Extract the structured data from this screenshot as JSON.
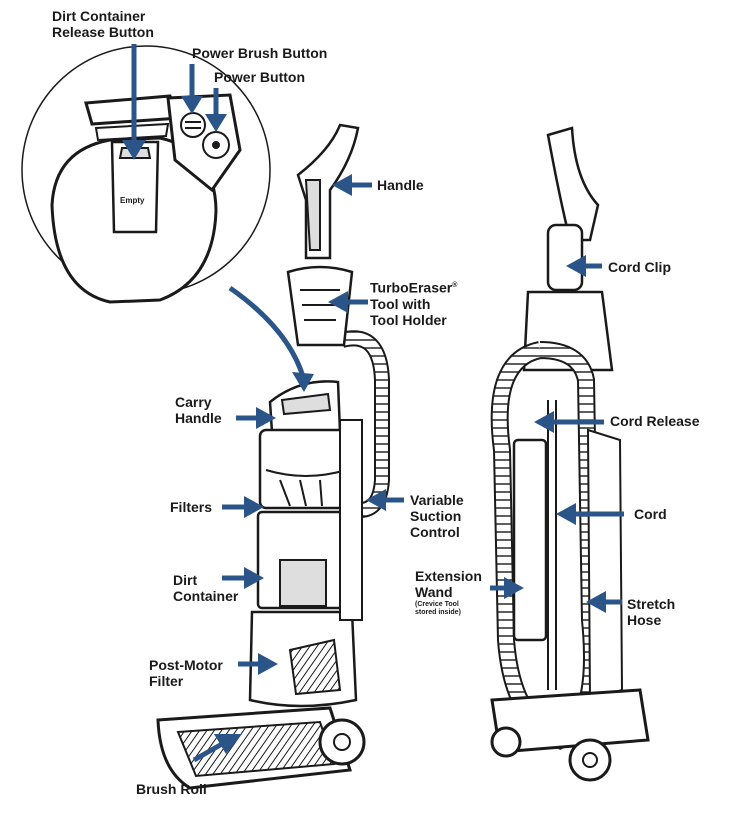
{
  "colors": {
    "arrow": "#2b5589",
    "line": "#1a1a1a",
    "fill": "#ffffff",
    "shade": "#dedede"
  },
  "labels": {
    "dirt_container_release_1": "Dirt Container",
    "dirt_container_release_2": "Release Button",
    "power_brush_button": "Power Brush Button",
    "power_button": "Power Button",
    "empty": "Empty",
    "handle": "Handle",
    "turboeraser_1": "TurboEraser",
    "turboeraser_reg": "®",
    "turboeraser_2": "Tool with",
    "turboeraser_3": "Tool Holder",
    "carry_handle_1": "Carry",
    "carry_handle_2": "Handle",
    "filters": "Filters",
    "variable_suction_1": "Variable",
    "variable_suction_2": "Suction",
    "variable_suction_3": "Control",
    "dirt_container_1": "Dirt",
    "dirt_container_2": "Container",
    "post_motor_1": "Post-Motor",
    "post_motor_2": "Filter",
    "brush_roll": "Brush Roll",
    "cord_clip": "Cord Clip",
    "cord_release": "Cord Release",
    "cord": "Cord",
    "extension_wand_1": "Extension",
    "extension_wand_2": "Wand",
    "extension_wand_note_1": "(Crevice Tool",
    "extension_wand_note_2": "stored inside)",
    "stretch_hose_1": "Stretch",
    "stretch_hose_2": "Hose"
  }
}
